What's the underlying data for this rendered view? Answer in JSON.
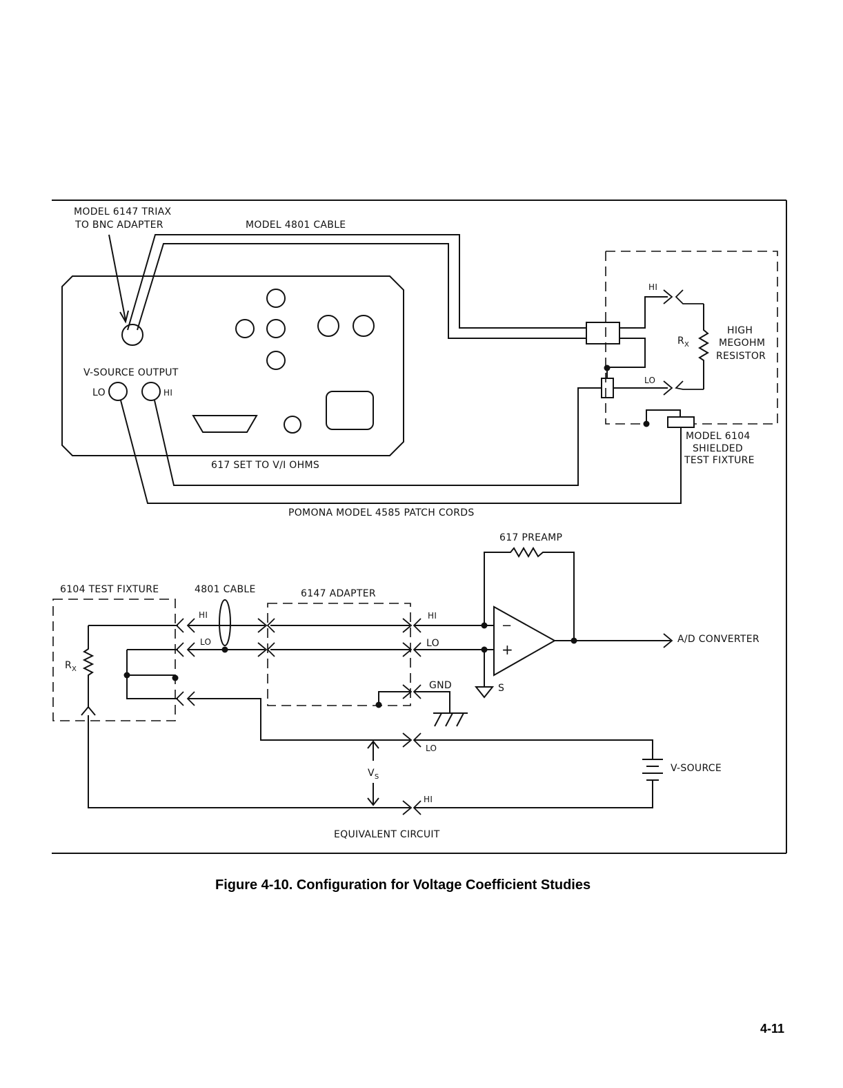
{
  "top": {
    "adapter_label_1": "MODEL 6147 TRIAX",
    "adapter_label_2": "TO BNC ADAPTER",
    "cable_label": "MODEL 4801 CABLE",
    "vsource_output": "V-SOURCE OUTPUT",
    "lo": "LO",
    "hi": "HI",
    "set_label": "617 SET TO V/I OHMS",
    "patch_label": "POMONA MODEL 4585 PATCH CORDS",
    "fixture_hi": "HI",
    "fixture_lo": "LO",
    "rx_main": "R",
    "rx_sub": "X",
    "resistor_1": "HIGH",
    "resistor_2": "MEGOHM",
    "resistor_3": "RESISTOR",
    "fixture_label_1": "MODEL 6104",
    "fixture_label_2": "SHIELDED",
    "fixture_label_3": "TEST FIXTURE"
  },
  "bottom": {
    "preamp_label": "617 PREAMP",
    "fixture_label": "6104 TEST FIXTURE",
    "cable_label": "4801 CABLE",
    "adapter_label": "6147 ADAPTER",
    "cable_hi": "HI",
    "cable_lo": "LO",
    "adapter_hi": "HI",
    "adapter_lo": "LO",
    "gnd": "GND",
    "minus": "−",
    "plus": "+",
    "s": "S",
    "ad_converter": "A/D CONVERTER",
    "rx_main": "R",
    "rx_sub": "X",
    "vs_main": "V",
    "vs_sub": "S",
    "source_lo": "LO",
    "source_hi": "HI",
    "vsource": "V-SOURCE",
    "equivalent": "EQUIVALENT CIRCUIT"
  },
  "caption": "Figure 4-10. Configuration for Voltage Coefficient Studies",
  "page_number": "4-11"
}
